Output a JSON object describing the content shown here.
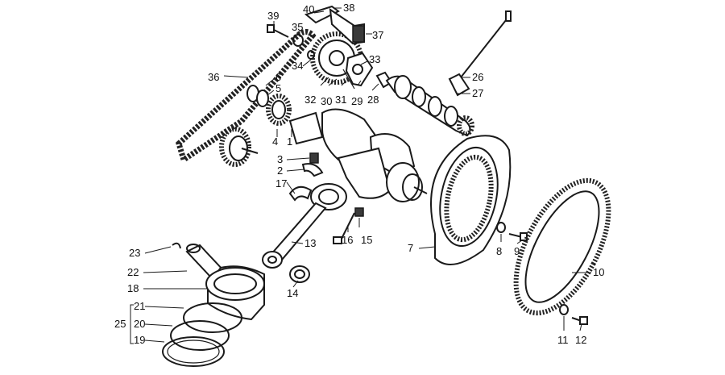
{
  "diagram": {
    "labels": [
      "1",
      "2",
      "3",
      "4",
      "5",
      "6",
      "7",
      "8",
      "9",
      "10",
      "11",
      "12",
      "13",
      "14",
      "15",
      "16",
      "17",
      "18",
      "19",
      "20",
      "21",
      "22",
      "23",
      "25",
      "26",
      "27",
      "28",
      "29",
      "30",
      "31",
      "32",
      "33",
      "34",
      "35",
      "36",
      "37",
      "38",
      "39",
      "40"
    ],
    "colors": {
      "line": "#1a1a1a",
      "background": "#ffffff"
    }
  }
}
